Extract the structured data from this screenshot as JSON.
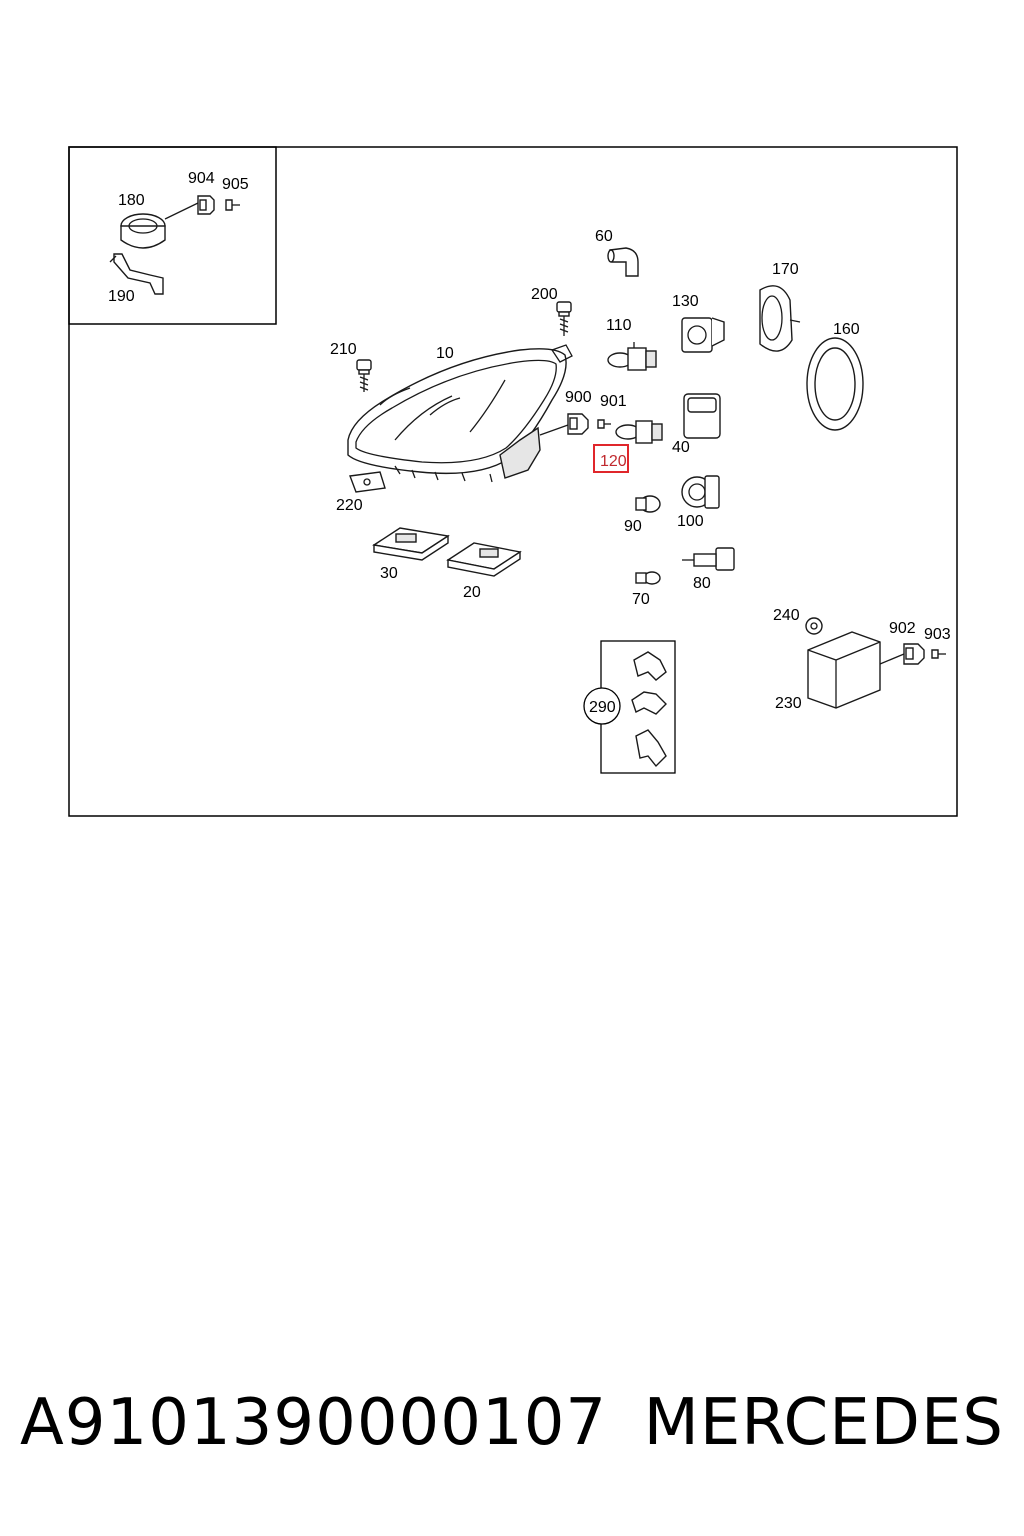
{
  "callouts": {
    "c180": "180",
    "c904": "904",
    "c905": "905",
    "c190": "190",
    "c60": "60",
    "c170": "170",
    "c200": "200",
    "c130": "130",
    "c110": "110",
    "c160": "160",
    "c210": "210",
    "c10": "10",
    "c900": "900",
    "c901": "901",
    "c40": "40",
    "c120": "120",
    "c220": "220",
    "c90": "90",
    "c100": "100",
    "c30": "30",
    "c20": "20",
    "c80": "80",
    "c70": "70",
    "c240": "240",
    "c902": "902",
    "c903": "903",
    "c230": "230",
    "c290": "290"
  },
  "highlight": {
    "label": "120",
    "color": "#e0262b"
  },
  "footer": {
    "part_number": "A9101390000107",
    "brand": "MERCEDES"
  }
}
